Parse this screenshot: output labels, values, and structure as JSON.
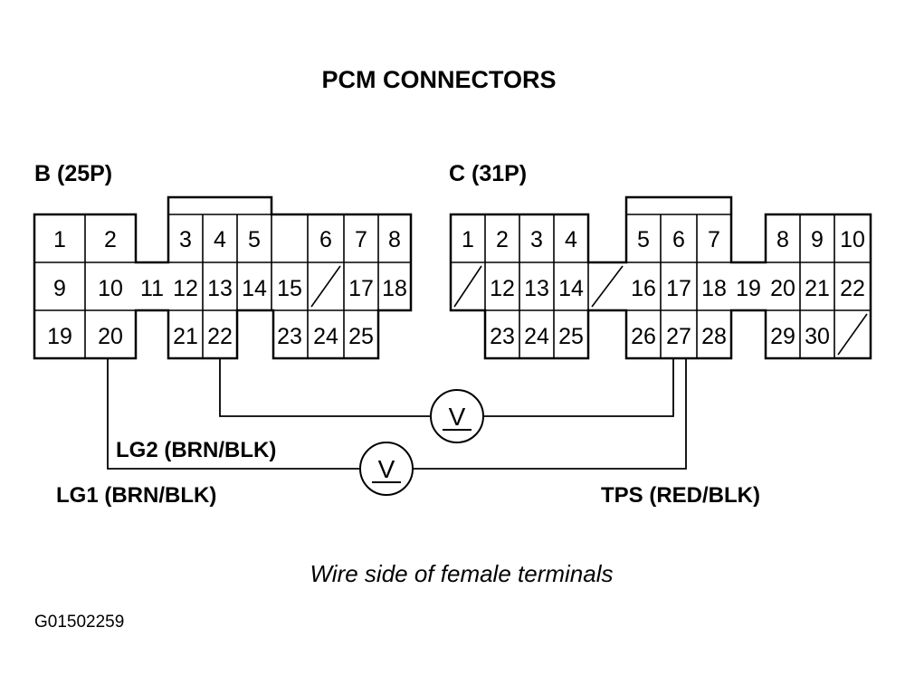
{
  "title": "PCM CONNECTORS",
  "connector_b": {
    "label": "B (25P)",
    "pins": [
      "1",
      "2",
      "3",
      "4",
      "5",
      "6",
      "7",
      "8",
      "9",
      "10",
      "11",
      "12",
      "13",
      "14",
      "15",
      "17",
      "18",
      "19",
      "20",
      "21",
      "22",
      "23",
      "24",
      "25"
    ]
  },
  "connector_c": {
    "label": "C (31P)",
    "pins": [
      "1",
      "2",
      "3",
      "4",
      "5",
      "6",
      "7",
      "8",
      "9",
      "10",
      "12",
      "13",
      "14",
      "16",
      "17",
      "18",
      "19",
      "20",
      "21",
      "22",
      "23",
      "24",
      "25",
      "26",
      "27",
      "28",
      "29",
      "30"
    ]
  },
  "wires": {
    "lg2": "LG2 (BRN/BLK)",
    "lg1": "LG1 (BRN/BLK)",
    "tps": "TPS (RED/BLK)"
  },
  "meters": {
    "upper_symbol": "V",
    "lower_symbol": "V"
  },
  "caption": "Wire side of female terminals",
  "figure_code": "G01502259"
}
